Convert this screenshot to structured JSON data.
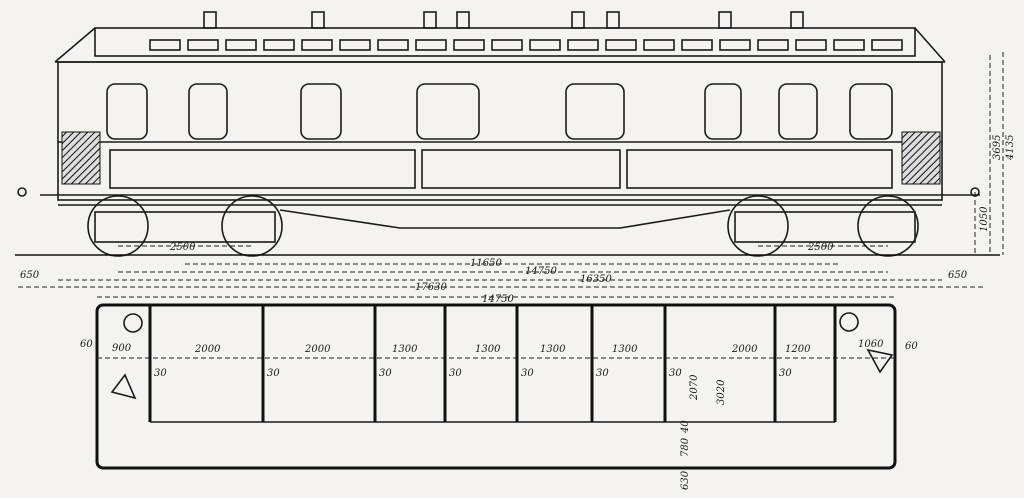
{
  "elevation": {
    "bogie_wheelbase_left": "2500",
    "bogie_wheelbase_right": "2500",
    "bogie_centres": "11650",
    "body_length": "14750",
    "buffer_overall_a": "16350",
    "buffer_overall_b": "17630",
    "overhang_left": "650",
    "overhang_right": "650",
    "buffer_height": "1050",
    "body_height": "3695",
    "total_height": "4135"
  },
  "plan": {
    "length": "14750",
    "end_left_60": "60",
    "end_left_900": "900",
    "compartments": [
      "2000",
      "2000",
      "1300",
      "1300",
      "1300",
      "1300",
      "2000",
      "1200"
    ],
    "partition": "30",
    "toilet_right": "1060",
    "end_right_60": "60",
    "width_inner": "2070",
    "width_outer": "3020",
    "corridor": "780",
    "corridor_40": "40",
    "side_630": "630"
  }
}
